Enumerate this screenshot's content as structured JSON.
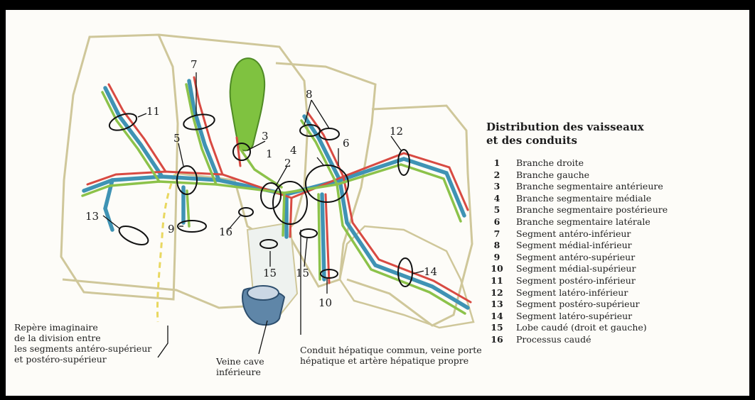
{
  "legend": {
    "title_line1": "Distribution des vaisseaux",
    "title_line2": "et des conduits",
    "items": [
      {
        "num": "1",
        "label": "Branche droite"
      },
      {
        "num": "2",
        "label": "Branche gauche"
      },
      {
        "num": "3",
        "label": "Branche segmentaire antérieure"
      },
      {
        "num": "4",
        "label": "Branche segmentaire médiale"
      },
      {
        "num": "5",
        "label": "Branche segmentaire postérieure"
      },
      {
        "num": "6",
        "label": "Branche segmentaire latérale"
      },
      {
        "num": "7",
        "label": "Segment antéro-inférieur"
      },
      {
        "num": "8",
        "label": "Segment médial-inférieur"
      },
      {
        "num": "9",
        "label": "Segment antéro-supérieur"
      },
      {
        "num": "10",
        "label": "Segment médial-supérieur"
      },
      {
        "num": "11",
        "label": "Segment postéro-inférieur"
      },
      {
        "num": "12",
        "label": "Segment latéro-inférieur"
      },
      {
        "num": "13",
        "label": "Segment postéro-supérieur"
      },
      {
        "num": "14",
        "label": "Segment latéro-supérieur"
      },
      {
        "num": "15",
        "label": "Lobe caudé (droit et gauche)"
      },
      {
        "num": "16",
        "label": "Processus caudé"
      }
    ]
  },
  "diagram_labels": {
    "l1": "1",
    "l2": "2",
    "l3": "3",
    "l4": "4",
    "l5": "5",
    "l6": "6",
    "l7": "7",
    "l8": "8",
    "l9": "9",
    "l10": "10",
    "l11": "11",
    "l12": "12",
    "l13": "13",
    "l14": "14",
    "l15a": "15",
    "l15b": "15",
    "l16": "16"
  },
  "captions": {
    "repere": [
      "Repère imaginaire",
      "de la division entre",
      "les segments antéro-supérieur",
      "et postéro-supérieur"
    ],
    "veine_cave": [
      "Veine cave",
      "inférieure"
    ],
    "conduit": [
      "Conduit hépatique commun, veine porte",
      "hépatique et artère hépatique propre"
    ]
  },
  "colors": {
    "portal_vein": "#3f93b4",
    "artery": "#d84a42",
    "bile_duct": "#8cc24a",
    "gallbladder": "#7fc240",
    "liver_outline": "#cfc79a",
    "segment_line": "#e9d860"
  }
}
